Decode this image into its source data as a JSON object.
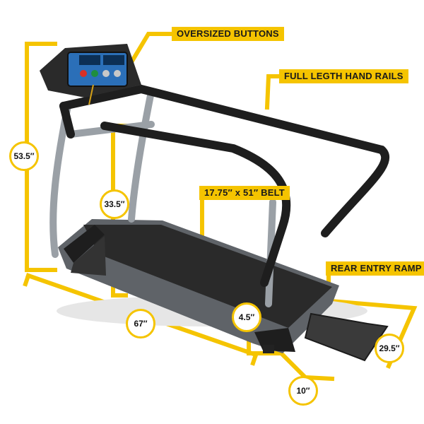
{
  "callouts": {
    "buttons": "OVERSIZED BUTTONS",
    "rails": "FULL LEGTH HAND RAILS",
    "belt": "17.75″ x 51″ BELT",
    "ramp": "REAR ENTRY RAMP"
  },
  "measurements": {
    "height": "53.5″",
    "rail_height": "33.5″",
    "length": "67″",
    "step_height": "4.5″",
    "width": "29.5″",
    "ramp_length": "10″"
  },
  "colors": {
    "accent": "#f5c400",
    "frame": "#9aa0a6",
    "belt": "#2a2a2a",
    "rail": "#1e1e1e"
  }
}
